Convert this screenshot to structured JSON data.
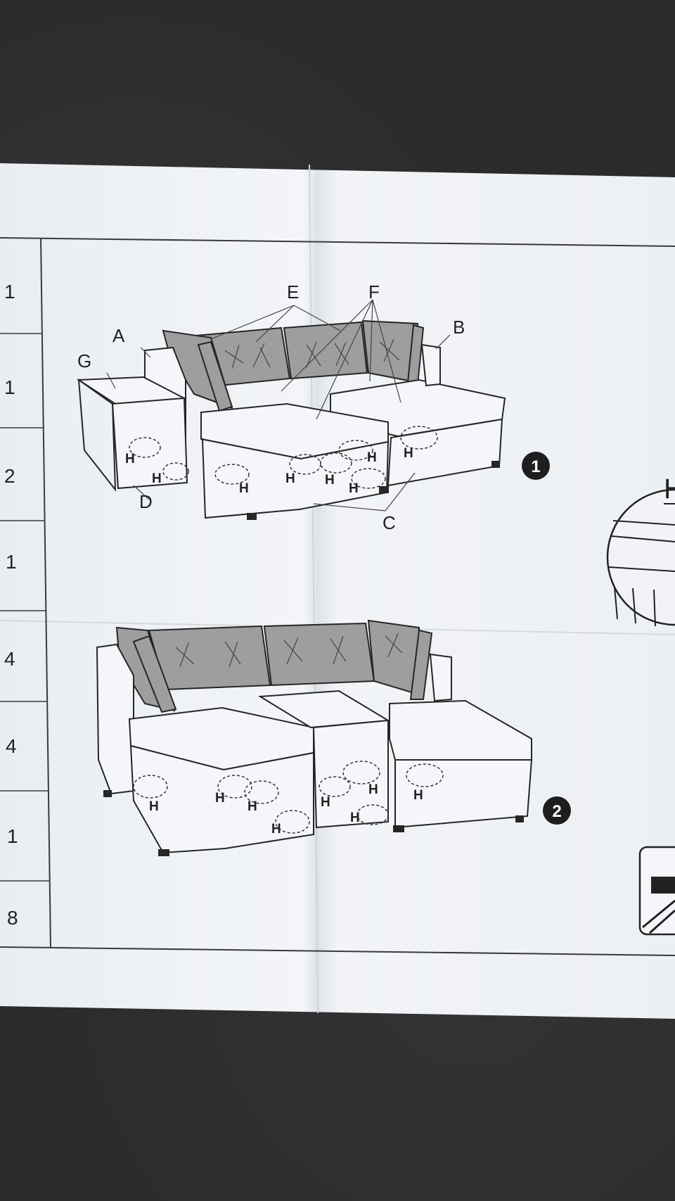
{
  "qty_column": [
    "1",
    "1",
    "2",
    "1",
    "4",
    "4",
    "1",
    "8"
  ],
  "part_labels": {
    "a": "A",
    "b": "B",
    "c": "C",
    "d": "D",
    "e": "E",
    "f": "F",
    "g": "G",
    "h": "H"
  },
  "steps": {
    "one": "1",
    "two": "2"
  },
  "detail_label": "H",
  "colors": {
    "paper": "#eef2f7",
    "ink": "#262626",
    "cushion": "#9a9a9a",
    "carpet": "#2b2b2c"
  }
}
